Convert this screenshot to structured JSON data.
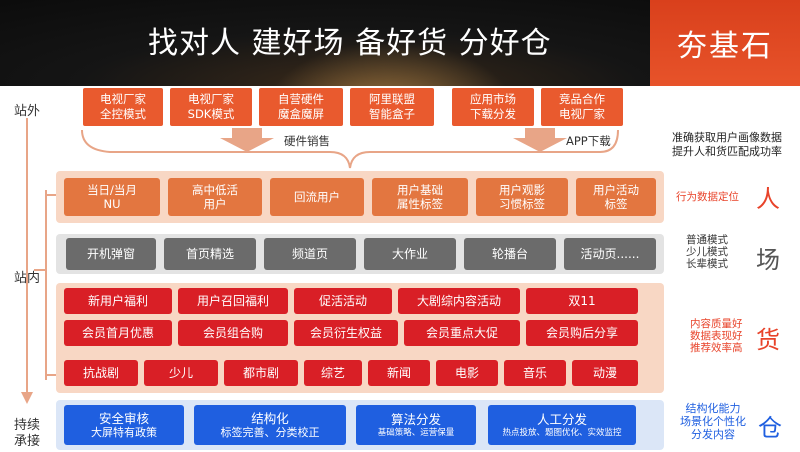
{
  "header": {
    "title": "找对人  建好场  备好货  分好仓",
    "brand": "夯基石"
  },
  "labels": {
    "outside": "站外",
    "inside": "站内",
    "continuous_1": "持续",
    "continuous_2": "承接",
    "hardware": "硬件销售",
    "app_download": "APP下载"
  },
  "outside_boxes": [
    {
      "line1": "电视厂家",
      "line2": "全控模式"
    },
    {
      "line1": "电视厂家",
      "line2": "SDK模式"
    },
    {
      "line1": "自营硬件",
      "line2": "魔盒魔屏"
    },
    {
      "line1": "阿里联盟",
      "line2": "智能盒子"
    },
    {
      "line1": "应用市场",
      "line2": "下载分发"
    },
    {
      "line1": "竞品合作",
      "line2": "电视厂家"
    }
  ],
  "top_right_note": {
    "line1": "准确获取用户画像数据",
    "line2": "提升人和货匹配成功率"
  },
  "people_row": [
    {
      "line1": "当日/当月",
      "line2": "NU"
    },
    {
      "line1": "高中低活",
      "line2": "用户"
    },
    {
      "line1": "回流用户",
      "line2": ""
    },
    {
      "line1": "用户基础",
      "line2": "属性标签"
    },
    {
      "line1": "用户观影",
      "line2": "习惯标签"
    },
    {
      "line1": "用户活动",
      "line2": "标签"
    }
  ],
  "people_note": {
    "text": "行为数据定位",
    "char": "人"
  },
  "field_row": [
    "开机弹窗",
    "首页精选",
    "频道页",
    "大作业",
    "轮播台",
    "活动页......"
  ],
  "field_note": {
    "line1": "普通模式",
    "line2": "少儿模式",
    "line3": "长辈模式",
    "char": "场"
  },
  "goods_row1": [
    "新用户福利",
    "用户召回福利",
    "促活活动",
    "大剧综内容活动",
    "双11"
  ],
  "goods_row2": [
    "会员首月优惠",
    "会员组合购",
    "会员衍生权益",
    "会员重点大促",
    "会员购后分享"
  ],
  "goods_row3": [
    "抗战剧",
    "少儿",
    "都市剧",
    "综艺",
    "新闻",
    "电影",
    "音乐",
    "动漫"
  ],
  "goods_note": {
    "line1": "内容质量好",
    "line2": "数据表现好",
    "line3": "推荐效率高",
    "char": "货"
  },
  "store_row": [
    {
      "line1": "安全审核",
      "line2": "大屏特有政策"
    },
    {
      "line1": "结构化",
      "line2": "标签完善、分类校正"
    },
    {
      "line1": "算法分发",
      "line2": "基础策略、运营保量"
    },
    {
      "line1": "人工分发",
      "line2": "热点投放、题图优化、实效监控"
    }
  ],
  "store_note": {
    "line1": "结构化能力",
    "line2": "场景化个性化",
    "line3": "分发内容",
    "char": "仓"
  },
  "colors": {
    "orange": "#e95a2e",
    "people_chip": "#e37640",
    "goods_chip": "#d91f26",
    "field_chip": "#6b6b6b",
    "store_chip": "#1f5fe0",
    "note_red": "#e8432a",
    "note_blue": "#1f5fe0"
  }
}
